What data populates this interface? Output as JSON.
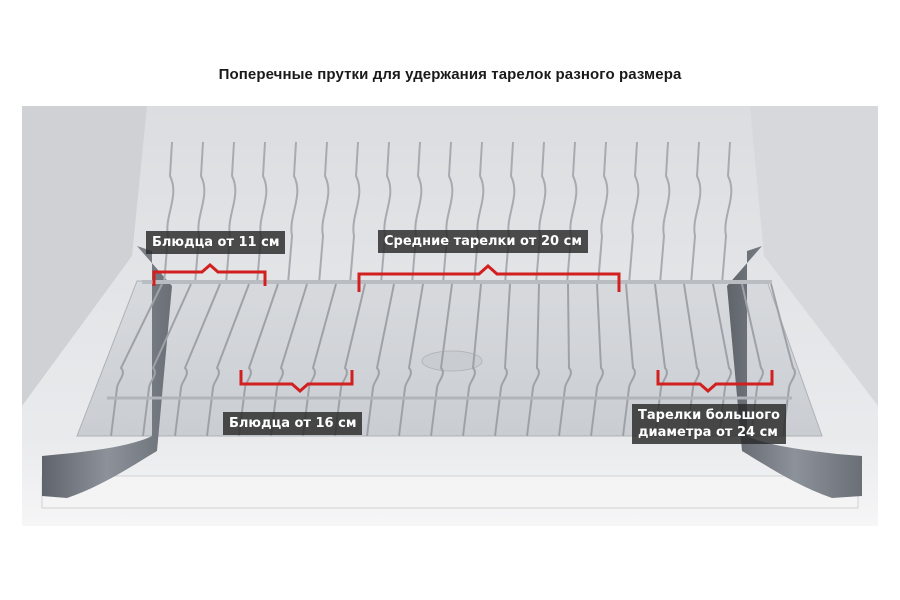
{
  "title": "Поперечные прутки для удержания тарелок разного размера",
  "labels": {
    "saucers_11": "Блюдца от 11 см",
    "plates_20": "Средние тарелки от 20 см",
    "saucers_16": "Блюдца от 16 см",
    "large_line1": "Тарелки большого",
    "large_line2": "диаметра от 24 см"
  },
  "colors": {
    "bracket": "#d21f1f",
    "label_bg": "#2b2b2b",
    "frame": "#7b8088",
    "wall": "#e6e7ea"
  }
}
